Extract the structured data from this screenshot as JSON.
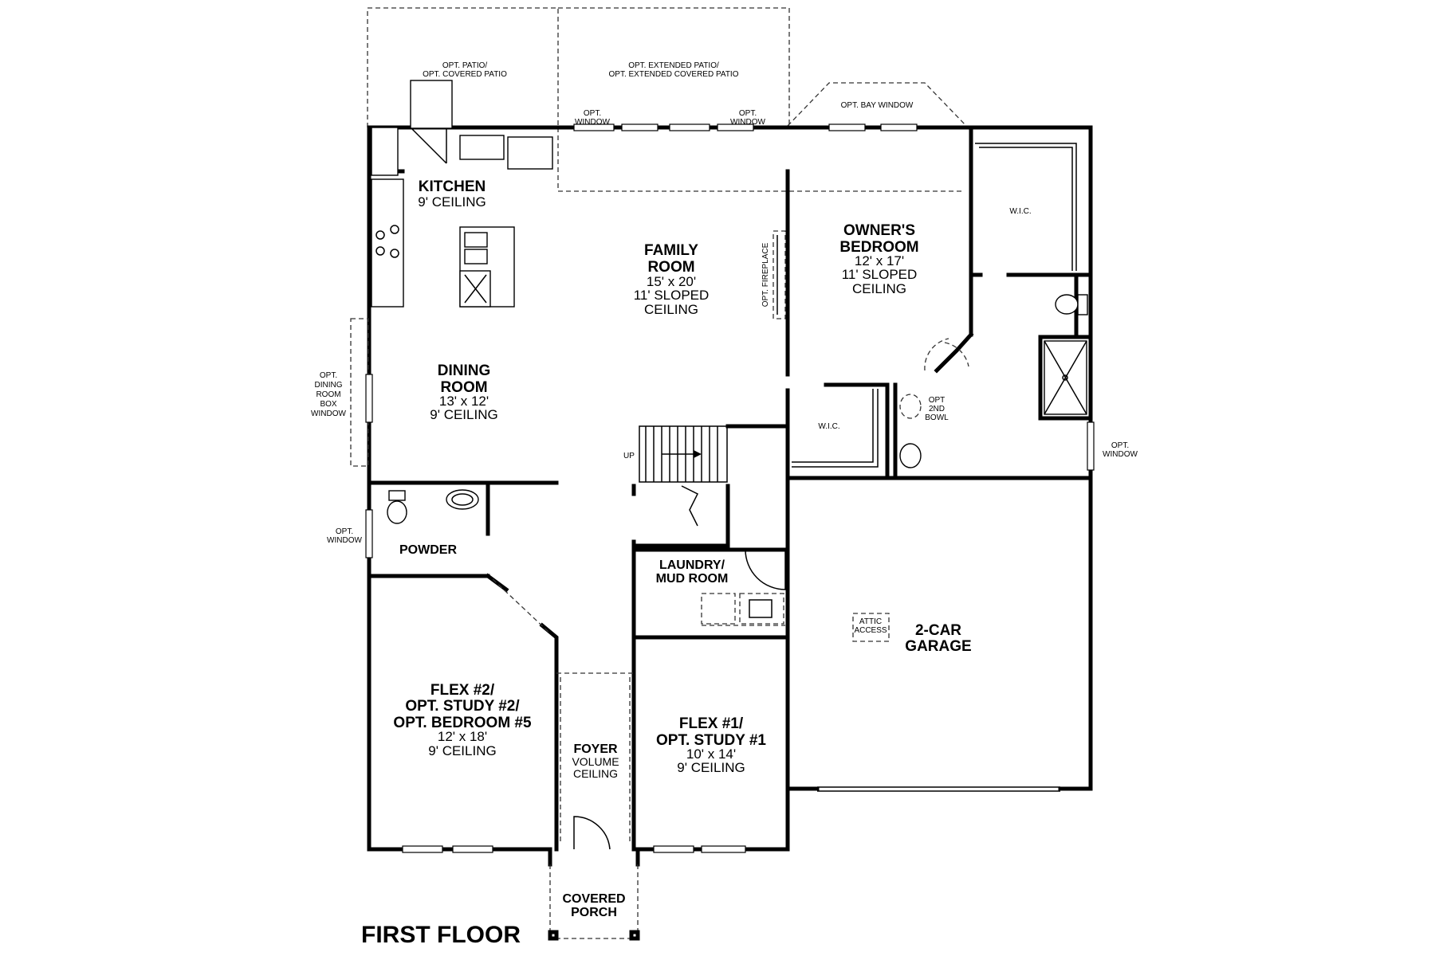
{
  "floor_title": "FIRST FLOOR",
  "rooms": {
    "kitchen": {
      "name": "KITCHEN",
      "ceiling": "9' CEILING"
    },
    "family": {
      "name1": "FAMILY",
      "name2": "ROOM",
      "dims": "15' x 20'",
      "ceiling1": "11' SLOPED",
      "ceiling2": "CEILING"
    },
    "owners": {
      "name1": "OWNER'S",
      "name2": "BEDROOM",
      "dims": "12' x 17'",
      "ceiling1": "11' SLOPED",
      "ceiling2": "CEILING"
    },
    "dining": {
      "name1": "DINING",
      "name2": "ROOM",
      "dims": "13' x 12'",
      "ceiling": "9' CEILING"
    },
    "powder": {
      "name": "POWDER"
    },
    "laundry": {
      "name1": "LAUNDRY/",
      "name2": "MUD ROOM"
    },
    "garage": {
      "name1": "2-CAR",
      "name2": "GARAGE"
    },
    "flex2": {
      "name1": "FLEX #2/",
      "name2": "OPT. STUDY #2/",
      "name3": "OPT. BEDROOM #5",
      "dims": "12' x 18'",
      "ceiling": "9' CEILING"
    },
    "flex1": {
      "name1": "FLEX #1/",
      "name2": "OPT. STUDY #1",
      "dims": "10' x 14'",
      "ceiling": "9' CEILING"
    },
    "foyer": {
      "name": "FOYER",
      "ceiling1": "VOLUME",
      "ceiling2": "CEILING"
    },
    "porch": {
      "name1": "COVERED",
      "name2": "PORCH"
    }
  },
  "labels": {
    "patio1": "OPT. PATIO/",
    "patio2": "OPT. COVERED PATIO",
    "ext_patio1": "OPT. EXTENDED PATIO/",
    "ext_patio2": "OPT. EXTENDED COVERED PATIO",
    "opt": "OPT.",
    "window": "WINDOW",
    "bay_window": "OPT. BAY WINDOW",
    "fireplace": "OPT. FIREPLACE",
    "wic": "W.I.C.",
    "second_bowl1": "OPT",
    "second_bowl2": "2ND",
    "second_bowl3": "BOWL",
    "dining_box1": "OPT.",
    "dining_box2": "DINING",
    "dining_box3": "ROOM",
    "dining_box4": "BOX",
    "dining_box5": "WINDOW",
    "up": "UP",
    "attic1": "ATTIC",
    "attic2": "ACCESS"
  }
}
